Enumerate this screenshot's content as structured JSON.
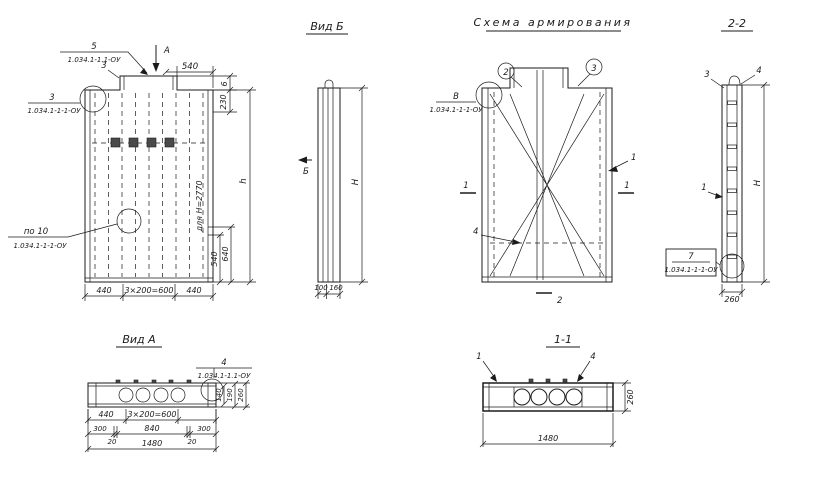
{
  "titles": {
    "view_b": "Вид Б",
    "scheme": "Схема армирования",
    "section_22": "2-2",
    "view_a": "Вид А",
    "section_11": "1-1"
  },
  "front_view": {
    "callout_5": {
      "num": "5",
      "code": "1.034.1-1.1-ОУ"
    },
    "callout_3_left": {
      "num": "3",
      "code": "1.034.1-1-1-ОУ"
    },
    "callout_3_top": "3",
    "callout_po10": {
      "num": "по 10",
      "code": "1.034.1-1-1-ОУ"
    },
    "view_mark_a": "А",
    "view_mark_b": "Б",
    "dim_top": "540",
    "dim_tab": "6",
    "dim_230": "230",
    "dim_h": "h",
    "note_height": "для Н=2770",
    "dim_540": "540",
    "dim_640": "640",
    "dim_left": "440",
    "dim_mid": "3×200=600",
    "dim_right": "440"
  },
  "view_b": {
    "dim_100": "100",
    "dim_160": "160",
    "dim_height": "Н"
  },
  "scheme": {
    "callout_2": "2",
    "callout_3": "3",
    "callout_v": {
      "num": "В",
      "code": "1.034.1-1-1-ОУ"
    },
    "callout_1": "1",
    "callout_4": "4",
    "section_mark_1_left": "1",
    "section_mark_1_right": "1",
    "section_mark_2": "2"
  },
  "section_22": {
    "callout_3": "3",
    "callout_4": "4",
    "callout_1": "1",
    "callout_7": {
      "num": "7",
      "code": "1.034.1-1-1-ОУ"
    },
    "dim_height": "Н",
    "dim_260": "260"
  },
  "view_a": {
    "callout_4": {
      "num": "4",
      "code": "1.034.1-1.1-ОУ"
    },
    "dim_440": "440",
    "dim_600": "3×200=600",
    "dim_300_left": "300",
    "dim_20_left": "20",
    "dim_840": "840",
    "dim_20_right": "20",
    "dim_300_right": "300",
    "dim_1480": "1480",
    "dim_side_1": "140",
    "dim_side_2": "190",
    "dim_side_3": "260"
  },
  "section_11": {
    "callout_1": "1",
    "callout_4": "4",
    "dim_1480": "1480",
    "dim_260": "260"
  }
}
